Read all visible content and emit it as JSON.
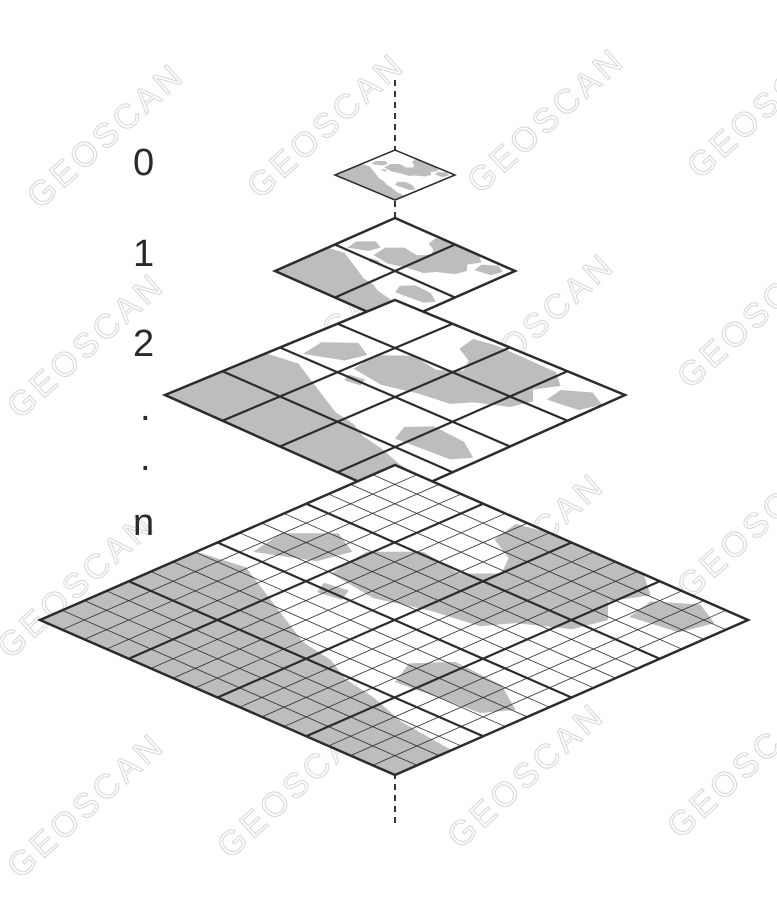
{
  "diagram": {
    "level_labels": [
      "0",
      "1",
      "2",
      ".",
      ".",
      "n"
    ],
    "watermark": "GEOSCAN",
    "colors": {
      "land": "#bdbdbd",
      "tile_fill": "#ffffff",
      "grid_line": "#2b2b2b",
      "axis": "#333333",
      "label": "#2a2a2a",
      "watermark": "#d9d9d9"
    }
  }
}
